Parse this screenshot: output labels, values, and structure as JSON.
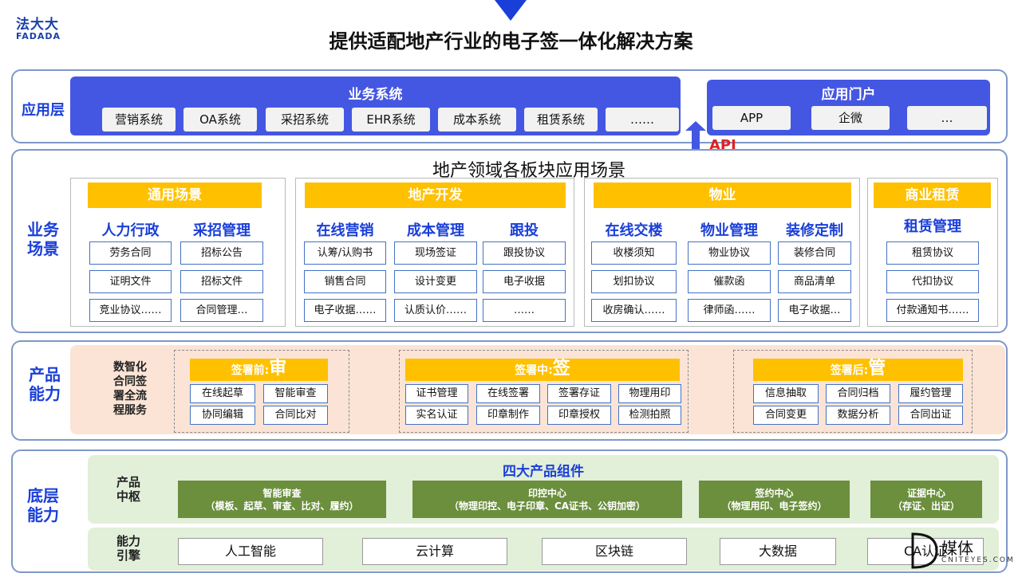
{
  "logo": {
    "cn": "法大大",
    "en": "FADADA"
  },
  "title": "提供适配地产行业的电子签一体化解决方案",
  "app_layer": {
    "label": "应用层",
    "business": {
      "title": "业务系统",
      "items": [
        "营销系统",
        "OA系统",
        "采招系统",
        "EHR系统",
        "成本系统",
        "租赁系统",
        "……"
      ]
    },
    "portal": {
      "title": "应用门户",
      "items": [
        "APP",
        "企微",
        "…"
      ]
    },
    "api": "API"
  },
  "scenario": {
    "label": "业务\n场景",
    "title": "地产领域各板块应用场景",
    "sections": [
      {
        "header": "通用场景",
        "columns": [
          {
            "name": "人力行政",
            "items": [
              "劳务合同",
              "证明文件",
              "竞业协议……"
            ]
          },
          {
            "name": "采招管理",
            "items": [
              "招标公告",
              "招标文件",
              "合同管理…"
            ]
          }
        ]
      },
      {
        "header": "地产开发",
        "columns": [
          {
            "name": "在线营销",
            "items": [
              "认筹/认购书",
              "销售合同",
              "电子收据……"
            ]
          },
          {
            "name": "成本管理",
            "items": [
              "现场签证",
              "设计变更",
              "认质认价……"
            ]
          },
          {
            "name": "跟投",
            "items": [
              "跟投协议",
              "电子收据",
              "……"
            ]
          }
        ]
      },
      {
        "header": "物业",
        "columns": [
          {
            "name": "在线交楼",
            "items": [
              "收楼须知",
              "划扣协议",
              "收房确认……"
            ]
          },
          {
            "name": "物业管理",
            "items": [
              "物业协议",
              "催款函",
              "律师函……"
            ]
          },
          {
            "name": "装修定制",
            "items": [
              "装修合同",
              "商品清单",
              "电子收据…"
            ]
          }
        ]
      },
      {
        "header": "商业租赁",
        "columns": [
          {
            "name": "租赁管理",
            "items": [
              "租赁协议",
              "代扣协议",
              "付款通知书……"
            ]
          }
        ]
      }
    ]
  },
  "product": {
    "label": "产品\n能力",
    "intro": "数智化\n合同签\n署全流\n程服务",
    "stages": [
      {
        "prefix": "签署前:",
        "char": "审",
        "items": [
          "在线起草",
          "智能审查",
          "协同编辑",
          "合同比对"
        ]
      },
      {
        "prefix": "签署中:",
        "char": "签",
        "items": [
          "证书管理",
          "在线签署",
          "签署存证",
          "物理用印",
          "实名认证",
          "印章制作",
          "印章授权",
          "检测拍照"
        ]
      },
      {
        "prefix": "签署后:",
        "char": "管",
        "items": [
          "信息抽取",
          "合同归档",
          "履约管理",
          "合同变更",
          "数据分析",
          "合同出证"
        ]
      }
    ]
  },
  "base": {
    "label": "底层\n能力",
    "components_title": "四大产品组件",
    "hub_label": "产品\n中枢",
    "components": [
      {
        "name": "智能审查",
        "desc": "（模板、起草、审查、比对、履约）"
      },
      {
        "name": "印控中心",
        "desc": "（物理印控、电子印章、CA证书、公钥加密）"
      },
      {
        "name": "签约中心",
        "desc": "（物理用印、电子签约）"
      },
      {
        "name": "证据中心",
        "desc": "（存证、出证）"
      }
    ],
    "engine_label": "能力\n引擎",
    "engines": [
      "人工智能",
      "云计算",
      "区块链",
      "大数据",
      "CA认证"
    ]
  },
  "watermark": {
    "text": "媒体",
    "sub": "CNITEYES.COM"
  },
  "colors": {
    "blue": "#4457e3",
    "gold": "#ffc000",
    "green": "#6b8f3d",
    "peach": "#fbe4d5",
    "label_blue": "#1a3fd8"
  }
}
